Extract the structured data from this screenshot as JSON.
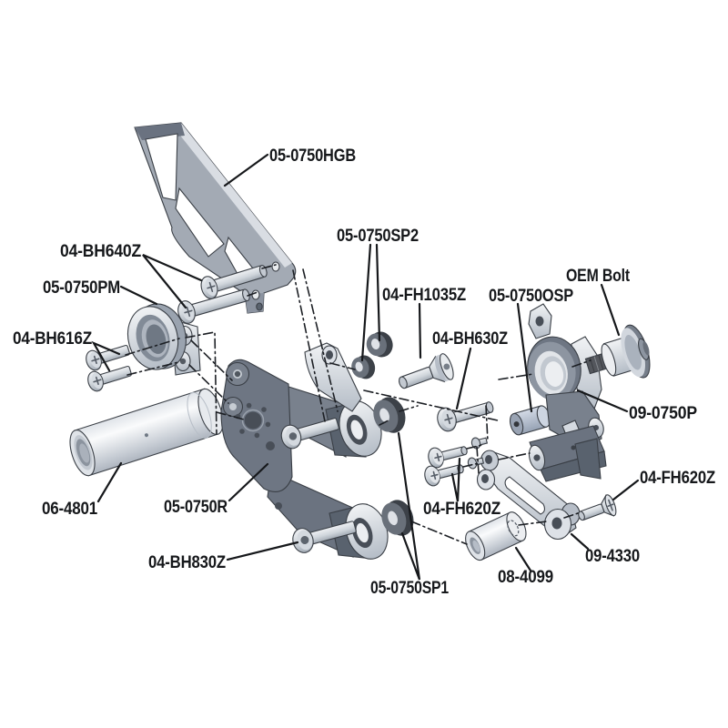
{
  "diagram": {
    "background": "#ffffff",
    "line_color": "#16181b",
    "metal_light": "#dde1e7",
    "metal_mid": "#aab2bd",
    "metal_dark": "#6e7683",
    "labels": [
      {
        "id": "heel-guard",
        "text": "05-0750HGB"
      },
      {
        "id": "heel-guard-bolts",
        "text": "04-BH640Z"
      },
      {
        "id": "peg-mount",
        "text": "05-0750PM"
      },
      {
        "id": "peg-mount-bolts",
        "text": "04-BH616Z"
      },
      {
        "id": "spacer-set-2",
        "text": "05-0750SP2"
      },
      {
        "id": "flat-head-bolt-1035",
        "text": "04-FH1035Z"
      },
      {
        "id": "button-head-bolt-630",
        "text": "04-BH630Z"
      },
      {
        "id": "offset-spacer",
        "text": "05-0750OSP"
      },
      {
        "id": "oem-bolt",
        "text": "OEM Bolt"
      },
      {
        "id": "pivot-bracket",
        "text": "09-0750P"
      },
      {
        "id": "footpeg-tube",
        "text": "06-4801"
      },
      {
        "id": "main-arm",
        "text": "05-0750R"
      },
      {
        "id": "button-head-bolt-830",
        "text": "04-BH830Z"
      },
      {
        "id": "spacer-set-1",
        "text": "05-0750SP1"
      },
      {
        "id": "flat-head-bolts-620-left",
        "text": "04-FH620Z"
      },
      {
        "id": "flat-head-bolt-620-right",
        "text": "04-FH620Z"
      },
      {
        "id": "shift-link",
        "text": "09-4330"
      },
      {
        "id": "link-spacer-tube",
        "text": "08-4099"
      }
    ]
  }
}
